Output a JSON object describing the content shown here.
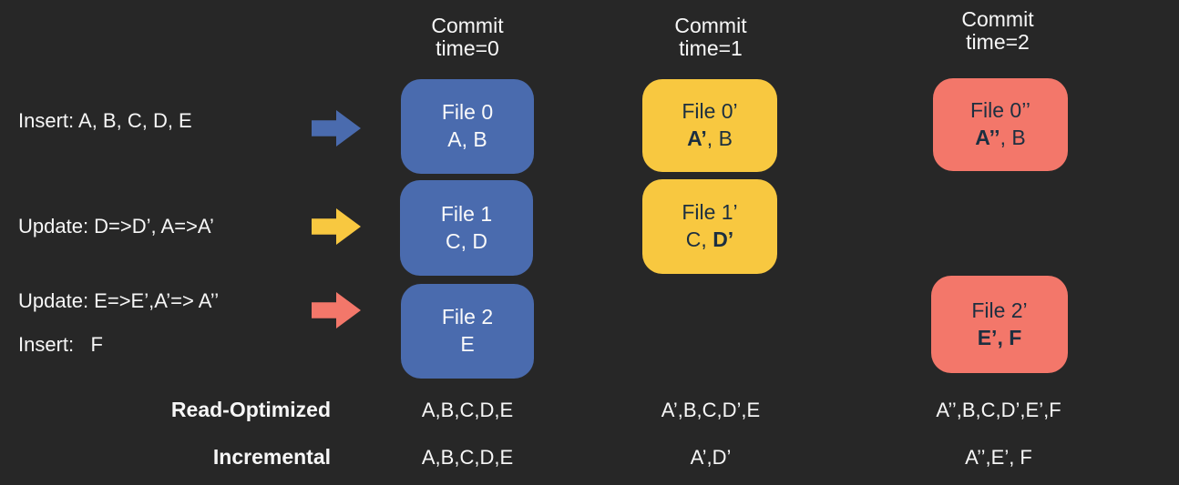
{
  "background": "#272727",
  "colors": {
    "blue": "#4a6bae",
    "yellow": "#f8c840",
    "red": "#f3776a",
    "dark_text": "#1c2f40",
    "light_text": "#f7f7f7"
  },
  "headers": [
    {
      "label": "Commit\ntime=0"
    },
    {
      "label": "Commit\ntime=1"
    },
    {
      "label": "Commit\ntime=2"
    }
  ],
  "operations": [
    {
      "label": "Insert: A, B, C, D, E",
      "arrow_color": "blue"
    },
    {
      "label": "Update: D=>D’, A=>A’",
      "arrow_color": "yellow"
    },
    {
      "label": "Update: E=>E’,A’=> A’’",
      "arrow_color": "red"
    },
    {
      "label": "Insert:   F"
    }
  ],
  "boxes": {
    "file0": {
      "title": "File 0",
      "color": "blue",
      "contents": [
        {
          "t": "A, B",
          "b": false
        }
      ]
    },
    "file1": {
      "title": "File 1",
      "color": "blue",
      "contents": [
        {
          "t": "C, D",
          "b": false
        }
      ]
    },
    "file2": {
      "title": "File 2",
      "color": "blue",
      "contents": [
        {
          "t": "E",
          "b": false
        }
      ]
    },
    "file0_v1": {
      "title": "File 0’",
      "color": "yellow",
      "contents": [
        {
          "t": "A’",
          "b": true
        },
        {
          "t": ", B",
          "b": false
        }
      ]
    },
    "file1_v1": {
      "title": "File 1’",
      "color": "yellow",
      "contents": [
        {
          "t": "C, ",
          "b": false
        },
        {
          "t": "D’",
          "b": true
        }
      ]
    },
    "file0_v2": {
      "title": "File 0’’",
      "color": "red",
      "contents": [
        {
          "t": "A’’",
          "b": true
        },
        {
          "t": ", B",
          "b": false
        }
      ]
    },
    "file2_v1": {
      "title": "File 2’",
      "color": "red",
      "contents": [
        {
          "t": "E’, F",
          "b": true
        }
      ]
    }
  },
  "views": {
    "read_optimized": {
      "label": "Read-Optimized",
      "values": [
        "A,B,C,D,E",
        "A’,B,C,D’,E",
        "A’’,B,C,D’,E’,F"
      ]
    },
    "incremental": {
      "label": "Incremental",
      "values": [
        "A,B,C,D,E",
        "A’,D’",
        "A’’,E’, F"
      ]
    }
  }
}
